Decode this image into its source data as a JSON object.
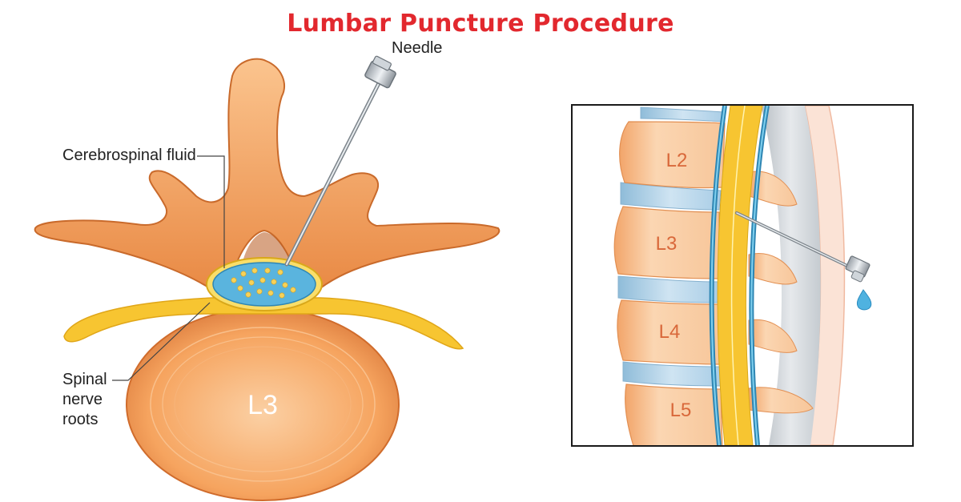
{
  "title": "Lumbar Puncture Procedure",
  "left_panel": {
    "vertebra_label": "L3",
    "labels": {
      "needle": "Needle",
      "csf": "Cerebrospinal fluid",
      "nerve_roots_line1": "Spinal",
      "nerve_roots_line2": "nerve",
      "nerve_roots_line3": "roots"
    }
  },
  "right_panel": {
    "vertebrae": [
      "L2",
      "L3",
      "L4",
      "L5"
    ]
  },
  "colors": {
    "title": "#e2282e",
    "bone": "#f6a45f",
    "bone_dark": "#d9783a",
    "body_bone": "#f49a4c",
    "csf": "#5ab4de",
    "nerve": "#f7c531",
    "disc": "#a9cde6"
  }
}
